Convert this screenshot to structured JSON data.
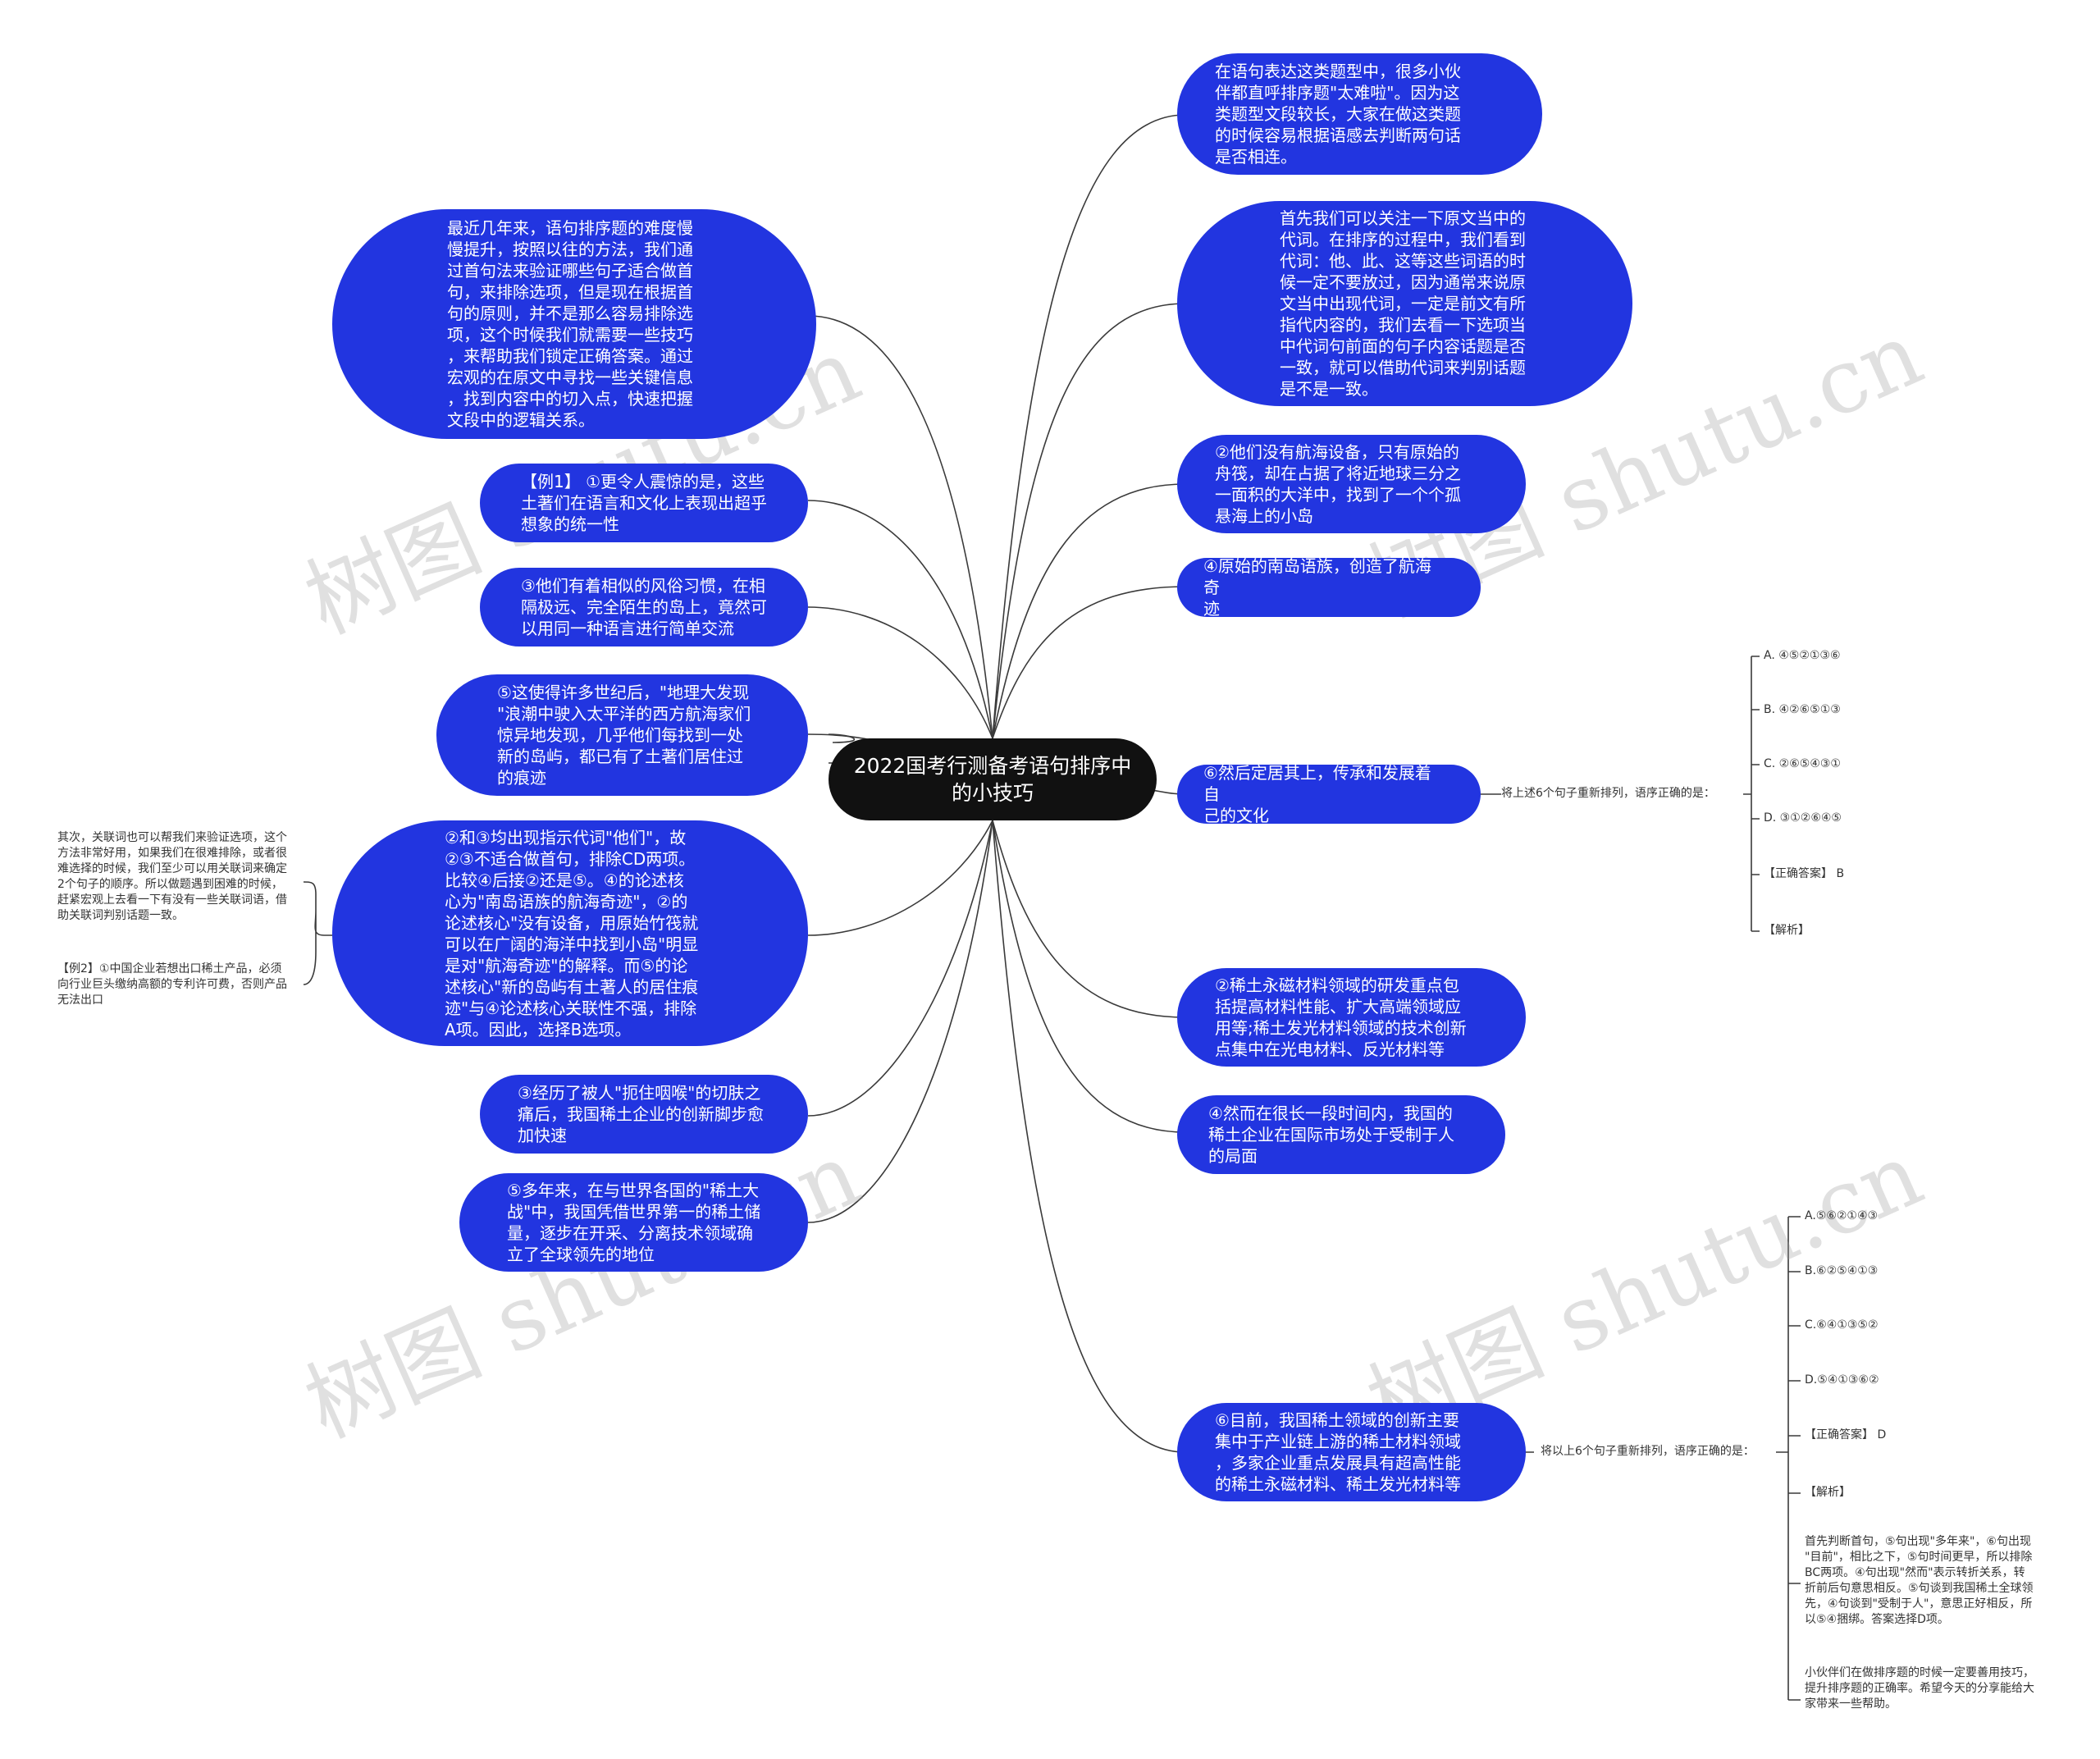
{
  "watermark": "树图 shutu.cn",
  "central": "2022国考行测备考语句排序中的小技巧",
  "right_nodes": {
    "r1": "在语句表达这类题型中，很多小伙\n伴都直呼排序题\"太难啦\"。因为这\n类题型文段较长，大家在做这类题\n的时候容易根据语感去判断两句话\n是否相连。",
    "r2": "首先我们可以关注一下原文当中的\n代词。在排序的过程中，我们看到\n代词：他、此、这等这些词语的时\n候一定不要放过，因为通常来说原\n文当中出现代词，一定是前文有所\n指代内容的，我们去看一下选项当\n中代词句前面的句子内容话题是否\n一致，就可以借助代词来判别话题\n是不是一致。",
    "r3": "②他们没有航海设备，只有原始的\n舟筏，却在占据了将近地球三分之\n一面积的大洋中，找到了一个个孤\n悬海上的小岛",
    "r4": "④原始的南岛语族，创造了航海奇\n迹",
    "r5": "⑥然后定居其上，传承和发展着自\n己的文化",
    "r6": "②稀土永磁材料领域的研发重点包\n括提高材料性能、扩大高端领域应\n用等;稀土发光材料领域的技术创新\n点集中在光电材料、反光材料等",
    "r7": "④然而在很长一段时间内，我国的\n稀土企业在国际市场处于受制于人\n的局面",
    "r8": "⑥目前，我国稀土领域的创新主要\n集中于产业链上游的稀土材料领域\n，多家企业重点发展具有超高性能\n的稀土永磁材料、稀土发光材料等"
  },
  "left_nodes": {
    "l1": "最近几年来，语句排序题的难度慢\n慢提升，按照以往的方法，我们通\n过首句法来验证哪些句子适合做首\n句，来排除选项，但是现在根据首\n句的原则，并不是那么容易排除选\n项，这个时候我们就需要一些技巧\n，来帮助我们锁定正确答案。通过\n宏观的在原文中寻找一些关键信息\n，找到内容中的切入点，快速把握\n文段中的逻辑关系。",
    "l2": "【例1】 ①更令人震惊的是，这些\n土著们在语言和文化上表现出超乎\n想象的统一性",
    "l3": "③他们有着相似的风俗习惯，在相\n隔极远、完全陌生的岛上，竟然可\n以用同一种语言进行简单交流",
    "l4": "⑤这使得许多世纪后，\"地理大发现\n\"浪潮中驶入太平洋的西方航海家们\n惊异地发现，几乎他们每找到一处\n新的岛屿，都已有了土著们居住过\n的痕迹",
    "l5": "②和③均出现指示代词\"他们\"，故\n②③不适合做首句，排除CD两项。\n比较④后接②还是⑤。④的论述核\n心为\"南岛语族的航海奇迹\"，②的\n论述核心\"没有设备，用原始竹筏就\n可以在广阔的海洋中找到小岛\"明显\n是对\"航海奇迹\"的解释。而⑤的论\n述核心\"新的岛屿有土著人的居住痕\n迹\"与④论述核心关联性不强，排除\nA项。因此，选择B选项。",
    "l6": "③经历了被人\"扼住咽喉\"的切肤之\n痛后，我国稀土企业的创新脚步愈\n加快速",
    "l7": "⑤多年来，在与世界各国的\"稀土大\n战\"中，我国凭借世界第一的稀土储\n量，逐步在开采、分离技术领域确\n立了全球领先的地位"
  },
  "left_leaves": {
    "note1": "其次，关联词也可以帮我们来验证选项，这个\n方法非常好用，如果我们在很难排除，或者很\n难选择的时候，我们至少可以用关联词来确定\n2个句子的顺序。所以做题遇到困难的时候，\n赶紧宏观上去看一下有没有一些关联词语，借\n助关联词判别话题一致。",
    "note2": "【例2】①中国企业若想出口稀土产品，必须\n向行业巨头缴纳高额的专利许可费，否则产品\n无法出口"
  },
  "question1": {
    "prompt": "将上述6个句子重新排列，语序正确的是：",
    "options": [
      "A. ④⑤②①③⑥",
      "B. ④②⑥⑤①③",
      "C. ②⑥⑤④③①",
      "D. ③①②⑥④⑤",
      "【正确答案】 B",
      "【解析】"
    ]
  },
  "question2": {
    "prompt": "将以上6个句子重新排列，语序正确的是：",
    "options": [
      "A.⑤⑥②①④③",
      "B.⑥②⑤④①③",
      "C.⑥④①③⑤②",
      "D.⑤④①③⑥②",
      "【正确答案】 D",
      "【解析】"
    ],
    "analysis": "首先判断首句，⑤句出现\"多年来\"，⑥句出现\n\"目前\"，相比之下，⑤句时间更早，所以排除\nBC两项。④句出现\"然而\"表示转折关系，转\n折前后句意思相反。⑤句谈到我国稀土全球领\n先，④句谈到\"受制于人\"，意思正好相反，所\n以⑤④捆绑。答案选择D项。",
    "closing": "小伙伴们在做排序题的时候一定要善用技巧，\n提升排序题的正确率。希望今天的分享能给大\n家带来一些帮助。"
  },
  "colors": {
    "node": "#2235e0",
    "central": "#111111",
    "line": "#333333"
  }
}
